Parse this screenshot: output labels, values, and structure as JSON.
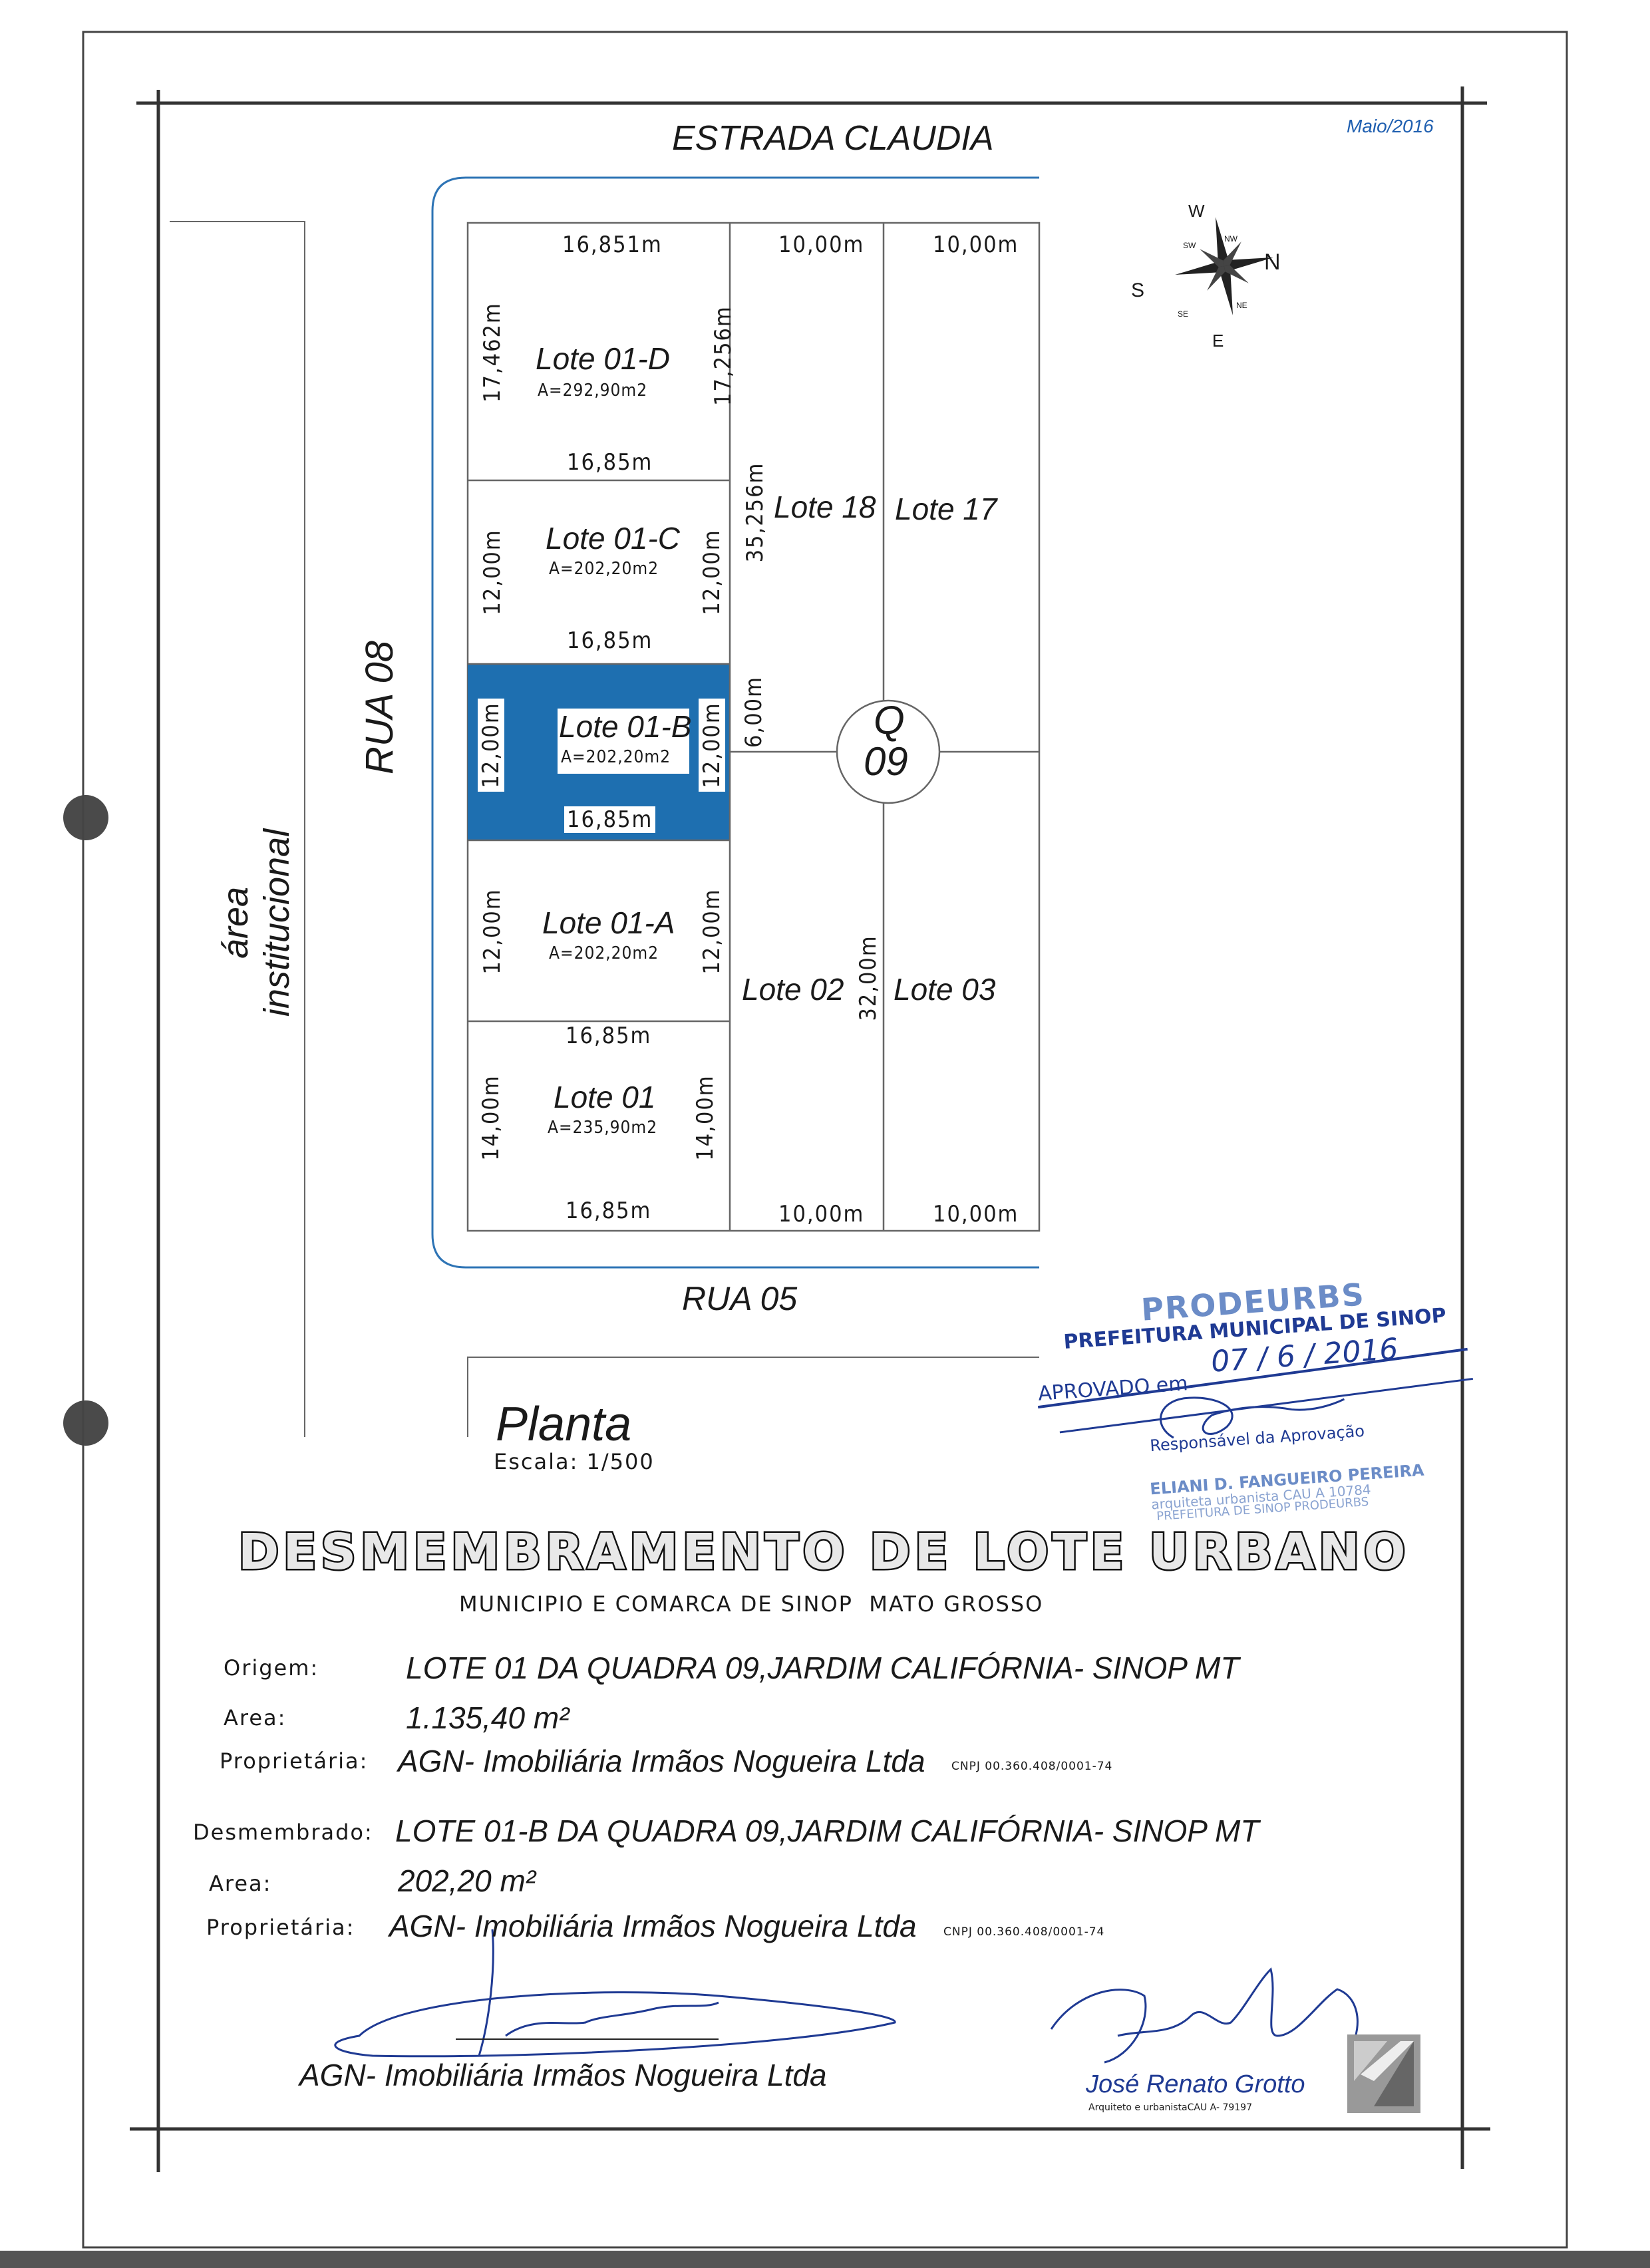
{
  "date": "Maio/2016",
  "roads": {
    "north": "ESTRADA CLAUDIA",
    "south": "RUA 05",
    "west": "RUA 08",
    "area": "área institucional"
  },
  "compass": {
    "n": "N",
    "s": "S",
    "e": "E",
    "w": "W",
    "ne": "NE",
    "nw": "NW",
    "se": "SE",
    "sw": "SW"
  },
  "block": {
    "letter": "Q",
    "number": "09"
  },
  "lots": [
    {
      "name": "Lote 01-D",
      "area": "A=292,90m2",
      "top": "16,851m",
      "left": "17,462m",
      "right": "17,256m",
      "highlight": false
    },
    {
      "name": "Lote 01-C",
      "area": "A=202,20m2",
      "top": "16,85m",
      "left": "12,00m",
      "right": "12,00m",
      "highlight": false
    },
    {
      "name": "Lote 01-B",
      "area": "A=202,20m2",
      "top": "16,85m",
      "left": "12,00m",
      "right": "12,00m",
      "highlight": true
    },
    {
      "name": "Lote 01-A",
      "area": "A=202,20m2",
      "top": "16,85m",
      "left": "12,00m",
      "right": "12,00m",
      "highlight": false
    },
    {
      "name": "Lote 01",
      "area": "A=235,90m2",
      "top": "16,85m",
      "left": "14,00m",
      "right": "14,00m",
      "highlight": false
    }
  ],
  "lot_b_bottom": "16,85m",
  "bottom_dim": "16,85m",
  "other_lots": {
    "lote18": "Lote 18",
    "lote17": "Lote 17",
    "lote02": "Lote 02",
    "lote03": "Lote 03"
  },
  "dims": {
    "top_mid": "10,00m",
    "top_right": "10,00m",
    "bottom_mid": "10,00m",
    "bottom_right": "10,00m",
    "lote18_side": "35,256m",
    "gap": "6,00m",
    "lote02_side": "32,00m"
  },
  "plan_label": "Planta",
  "scale": "Escala: 1/500",
  "title": "DESMEMBRAMENTO DE LOTE URBANO",
  "subtitle": "MUNICIPIO E COMARCA DE SINOP  MATO GROSSO",
  "origin": {
    "origem_label": "Origem:",
    "origem_value": "LOTE 01  DA QUADRA 09,JARDIM CALIFÓRNIA- SINOP MT",
    "area_label": "Area:",
    "area_value": "1.135,40 m²",
    "owner_label": "Proprietária:",
    "owner_value": "AGN- Imobiliária Irmãos Nogueira Ltda",
    "cnpj": "CNPJ  00.360.408/0001-74"
  },
  "split": {
    "label": "Desmembrado:",
    "value": "LOTE 01-B  DA QUADRA 09,JARDIM CALIFÓRNIA- SINOP MT",
    "area_label": "Area:",
    "area_value": "202,20 m²",
    "owner_label": "Proprietária:",
    "owner_value": "AGN- Imobiliária Irmãos Nogueira Ltda",
    "cnpj": "CNPJ  00.360.408/0001-74"
  },
  "signatures": {
    "owner": "AGN- Imobiliária Irmãos Nogueira Ltda",
    "architect": "José Renato Grotto",
    "architect_title": "Arquiteto e urbanistaCAU A- 79197"
  },
  "stamp": {
    "org": "PRODEURBS",
    "line1": "PREFEITURA MUNICIPAL DE SINOP",
    "approved": "APROVADO em",
    "date": "07 / 6 / 2016",
    "responsible": "Responsável da Aprovação",
    "name": "ELIANI D. FANGUEIRO PEREIRA",
    "role": "arquiteta urbanista CAU A 10784",
    "dept": "PREFEITURA DE SINOP PRODEURBS"
  },
  "colors": {
    "highlight": "#1e6fb0",
    "line": "#555555",
    "road": "#2e74b5",
    "stamp": "#1f3a93"
  }
}
